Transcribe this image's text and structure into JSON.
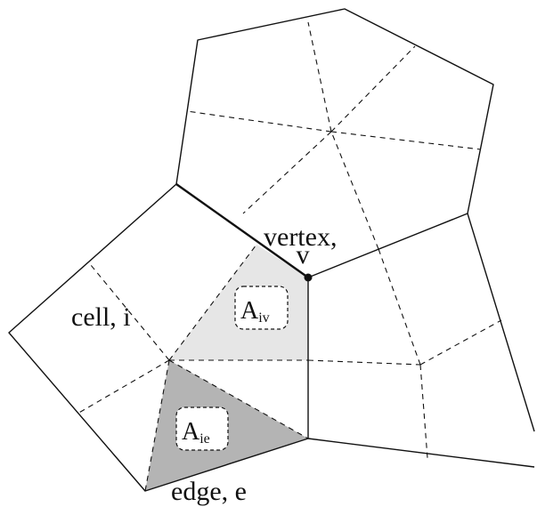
{
  "labels": {
    "cell": "cell, i",
    "vertex": "vertex,",
    "vertex_symbol": "v",
    "edge": "edge, e",
    "area_vertex_main": "A",
    "area_vertex_sub": "iv",
    "area_edge_main": "A",
    "area_edge_sub": "ie"
  },
  "colors": {
    "kite_fill": "#e6e6e6",
    "triangle_fill": "#b4b4b4",
    "vertex_dot": "#111111"
  }
}
